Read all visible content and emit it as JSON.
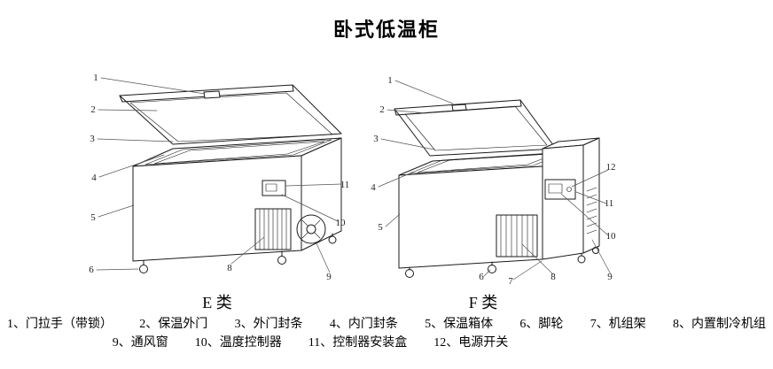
{
  "page": {
    "title": "卧式低温柜"
  },
  "diagrams": {
    "e": {
      "label": "E 类"
    },
    "f": {
      "label": "F 类"
    }
  },
  "callouts": {
    "e": [
      "1",
      "2",
      "3",
      "4",
      "5",
      "6",
      "8",
      "9",
      "10",
      "11"
    ],
    "f": [
      "1",
      "2",
      "3",
      "4",
      "5",
      "6",
      "7",
      "8",
      "9",
      "10",
      "11",
      "12"
    ]
  },
  "legend": {
    "row1": [
      "1、门拉手（带锁）",
      "2、保温外门",
      "3、外门封条",
      "4、内门封条",
      "5、保温箱体",
      "6、脚轮",
      "7、机组架",
      "8、内置制冷机组"
    ],
    "row2": [
      "9、通风窗",
      "10、温度控制器",
      "11、控制器安装盒",
      "12、电源开关"
    ]
  }
}
